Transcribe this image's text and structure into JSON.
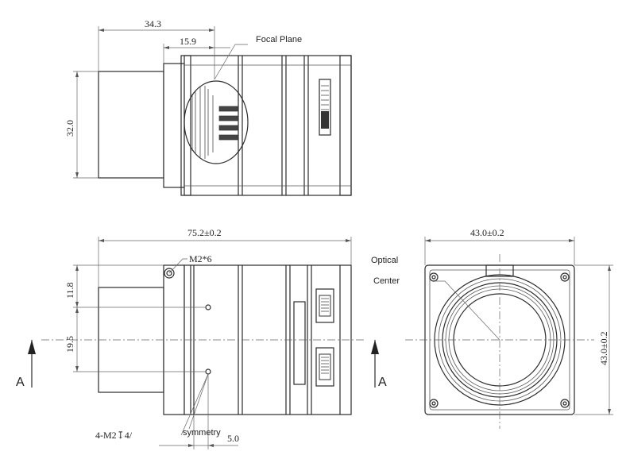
{
  "labels": {
    "focal_plane": "Focal Plane",
    "optical": "Optical",
    "center": "Center",
    "symmetry": "symmetry",
    "m2x6": "M2*6",
    "m2_thread": "4-M2↧4/",
    "section_a_left": "A",
    "section_a_right": "A"
  },
  "dimensions": {
    "top_len_343": "34.3",
    "top_len_159": "15.9",
    "top_height_320": "32.0",
    "side_len_752": "75.2±0.2",
    "side_118": "11.8",
    "side_195": "19.5",
    "side_50": "5.0",
    "front_width_430": "43.0±0.2",
    "front_height_430": "43.0±0.2"
  }
}
